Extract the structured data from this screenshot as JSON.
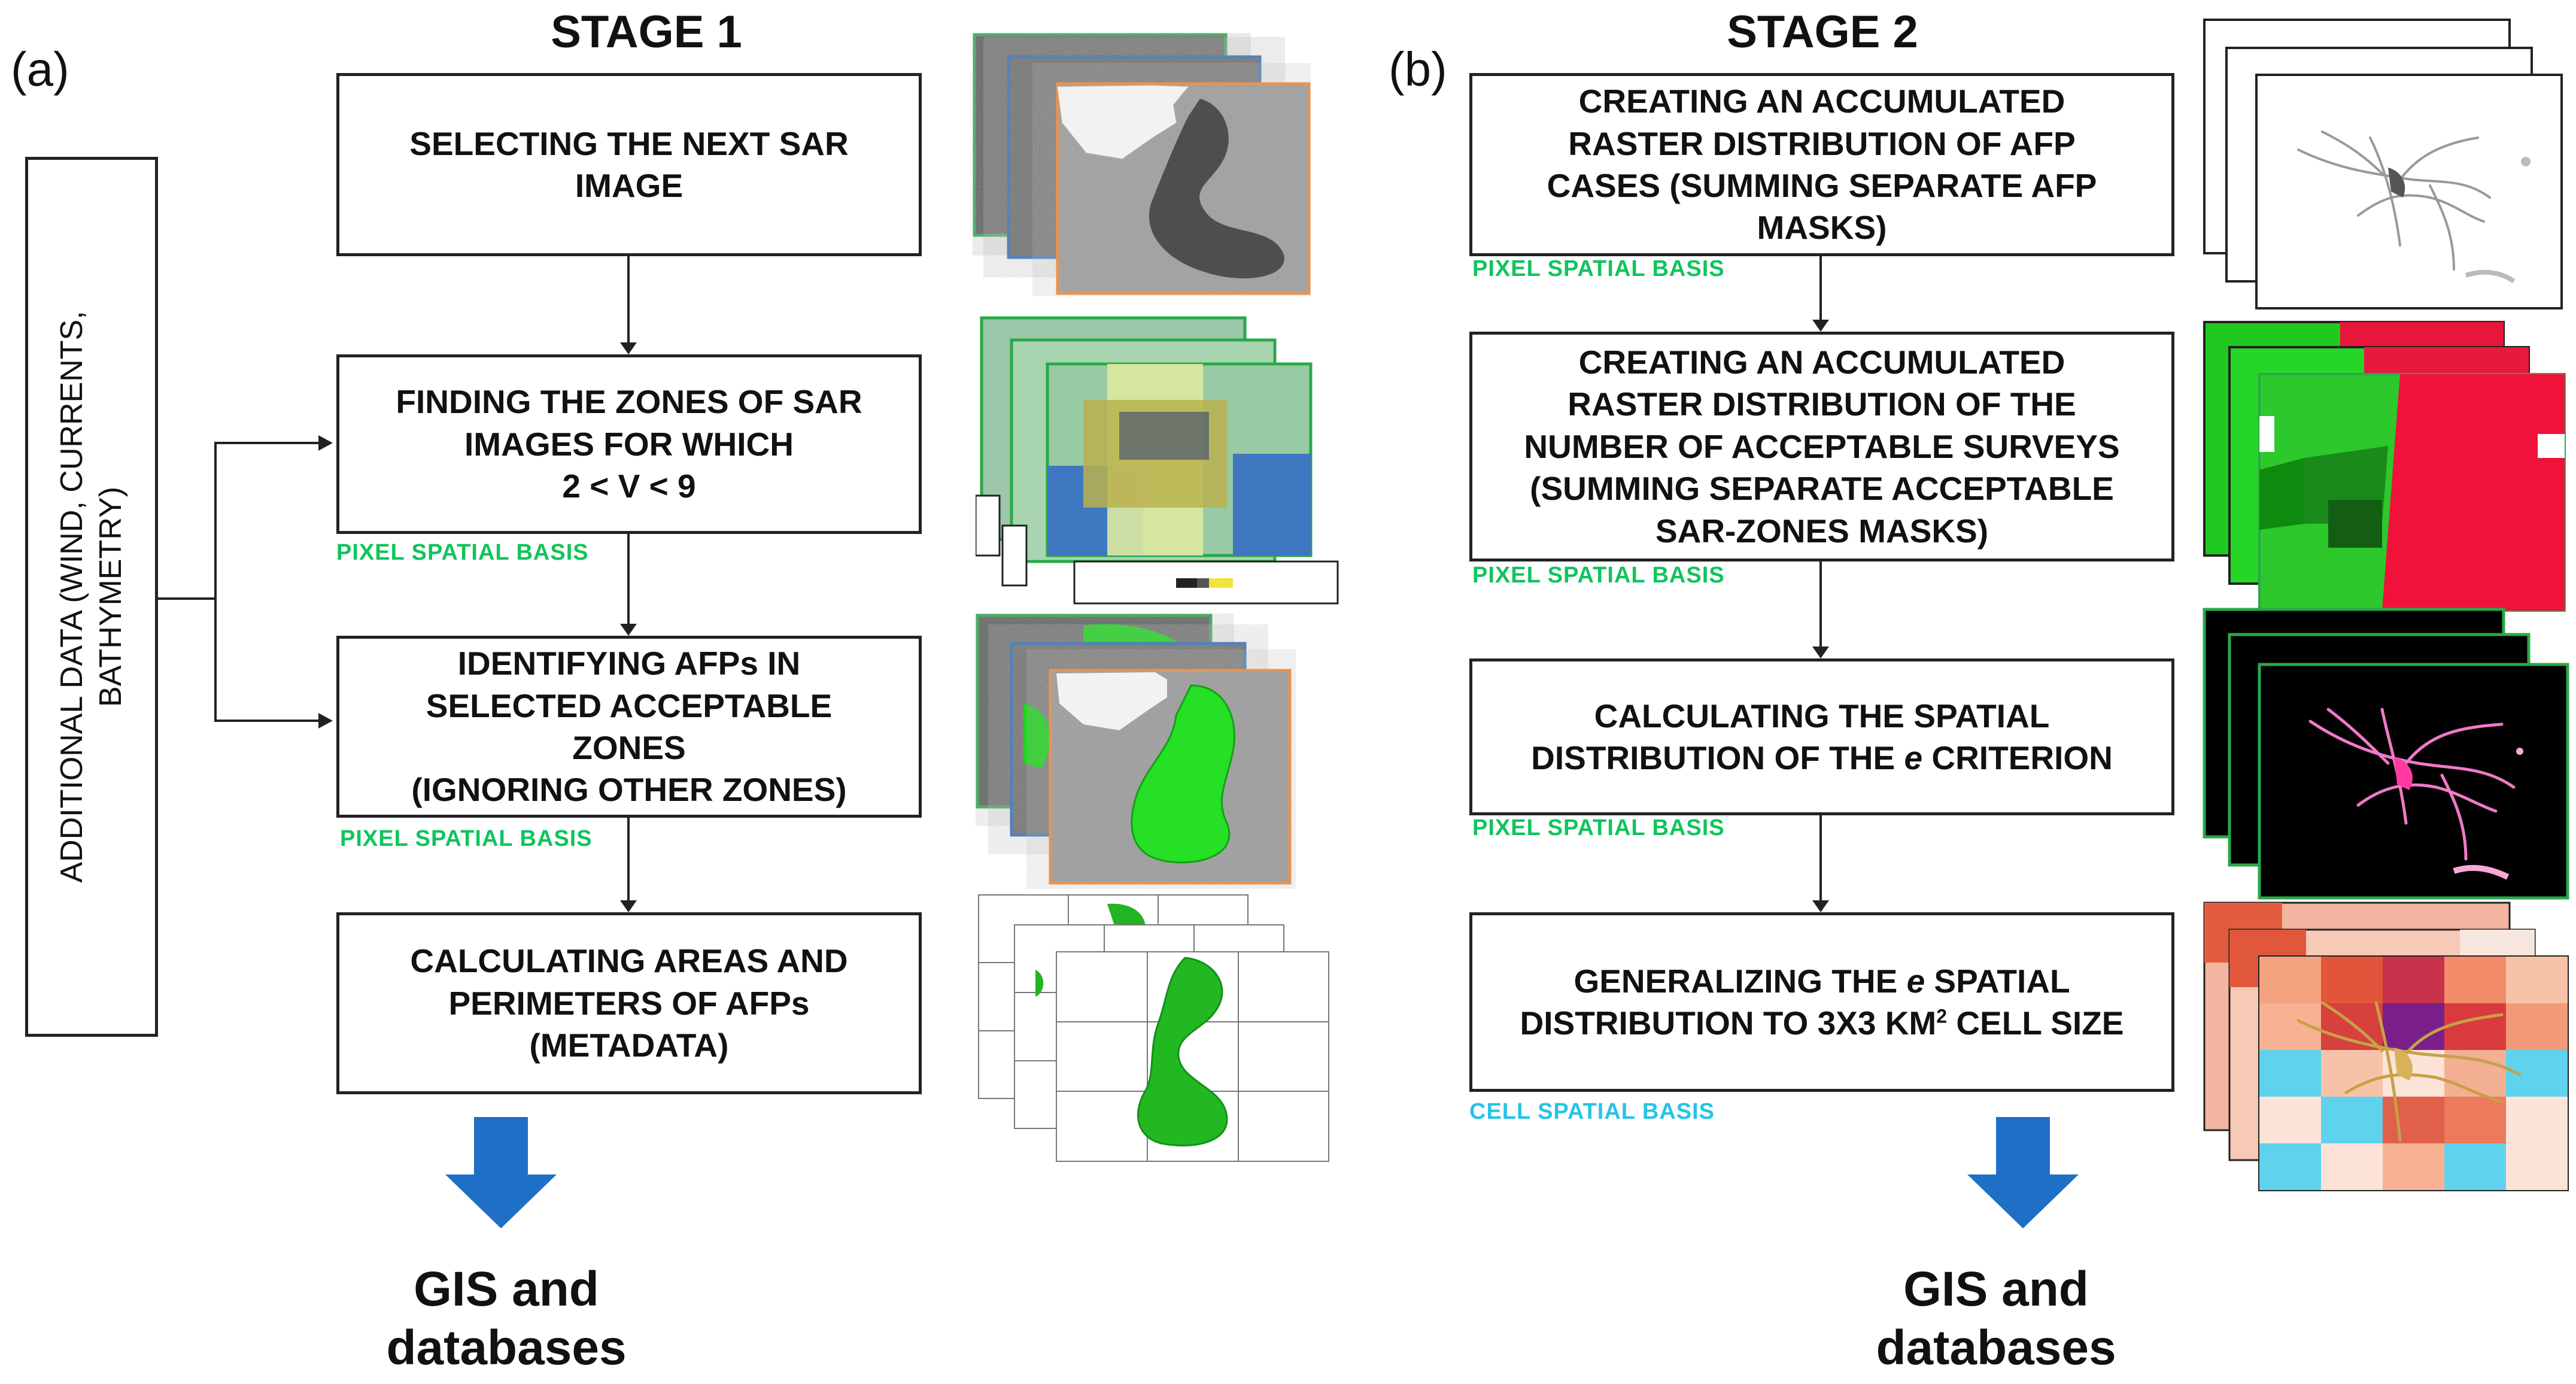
{
  "panel_a": {
    "label": "(a)",
    "stage_title": "STAGE 1",
    "side_label_line1": "ADDITIONAL DATA (WIND, CURRENTS,",
    "side_label_line2": "BATHYMETRY)",
    "steps": [
      {
        "text": "SELECTING THE NEXT SAR\nIMAGE",
        "basis": ""
      },
      {
        "text": "FINDING THE ZONES OF SAR\nIMAGES FOR WHICH\n2 < V < 9",
        "basis": "PIXEL SPATIAL BASIS"
      },
      {
        "text": "IDENTIFYING AFPs IN\nSELECTED ACCEPTABLE\nZONES\n(IGNORING OTHER ZONES)",
        "basis": "PIXEL SPATIAL BASIS"
      },
      {
        "text": "CALCULATING AREAS AND\nPERIMETERS OF AFPs\n(METADATA)",
        "basis": ""
      }
    ],
    "output_line1": "GIS and",
    "output_line2": "databases"
  },
  "panel_b": {
    "label": "(b)",
    "stage_title": "STAGE 2",
    "steps": [
      {
        "text": "CREATING AN ACCUMULATED\nRASTER DISTRIBUTION OF AFP\nCASES (SUMMING SEPARATE AFP\nMASKS)",
        "basis": "PIXEL SPATIAL BASIS"
      },
      {
        "text": "CREATING AN ACCUMULATED\nRASTER DISTRIBUTION OF THE\nNUMBER OF ACCEPTABLE SURVEYS\n(SUMMING SEPARATE ACCEPTABLE\nSAR-ZONES MASKS)",
        "basis": "PIXEL SPATIAL BASIS"
      },
      {
        "text_pre": "CALCULATING THE SPATIAL\nDISTRIBUTION OF THE ",
        "text_em": "e",
        "text_post": " CRITERION",
        "basis": "PIXEL SPATIAL BASIS"
      },
      {
        "text_pre": "GENERALIZING THE ",
        "text_em": "e",
        "text_mid": " SPATIAL\nDISTRIBUTION TO 3X3 KM",
        "text_sup": "2",
        "text_post": " CELL SIZE",
        "basis": "CELL SPATIAL BASIS"
      }
    ],
    "output_line1": "GIS and",
    "output_line2": "databases"
  },
  "colors": {
    "basis_green": "#10c45c",
    "basis_cyan": "#27c3e8",
    "arrow_blue": "#1f6fc7",
    "frame_green": "#2aa84a",
    "frame_blue": "#2f6fb5",
    "frame_orange": "#ef8a3a"
  }
}
